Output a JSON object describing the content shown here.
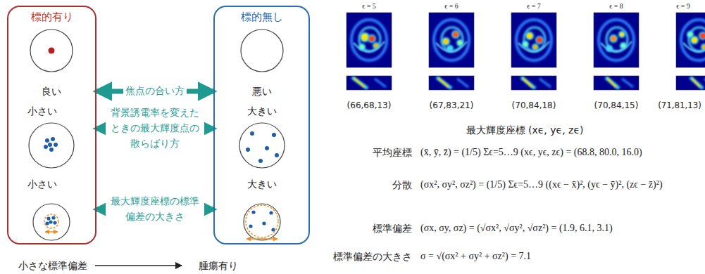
{
  "diagram": {
    "nodes": [
      {
        "text": [
          "標的有り"
        ]
      },
      {
        "text": [
          "標的無し"
        ]
      }
    ],
    "edges": [
      {
        "from": 0,
        "to": 1,
        "arrow": "both",
        "label": "焦点の合い方"
      },
      {
        "from": 0,
        "to": 1,
        "arrow": "both",
        "label": "背景誘電率を変えた ときの最大輝度点の 散らばり方"
      },
      {
        "from": 0,
        "to": 1,
        "arrow": "both",
        "label": "最大輝度座標の標準 偏差の大きさ"
      }
    ],
    "labels": [
      "良い",
      "悪い",
      "小さい",
      "大きい",
      "小さい",
      "大きい",
      "小さな標準偏差",
      "腫瘍有り",
      "ϵ = 5",
      "ϵ = 6",
      "ϵ = 7",
      "ϵ = 8",
      "ϵ = 9",
      "(66,68,13)",
      "(67,83,21)",
      "(70,84,18)",
      "(70,84,15)",
      "(71,81,13)",
      "最大輝度座標 (xϵ, yϵ, zϵ)",
      "平均座標",
      "(x̄, ȳ, z̄) = (1/5) Σϵ=5…9 (xϵ, yϵ, zϵ) = (68.8, 80.0, 16.0)",
      "分散",
      "(σx², σy², σz²) = (1/5) Σϵ=5…9 ((xϵ − x̄)², (yϵ − ȳ)², (zϵ − z̄)²)",
      "標準偏差",
      "(σx, σy, σz) = (√σx², √σy², √σz²) = (1.9, 6.1, 3.1)",
      "標準偏差の大きさ",
      "σ = √(σx² + σy² + σz²) = 7.1"
    ]
  }
}
